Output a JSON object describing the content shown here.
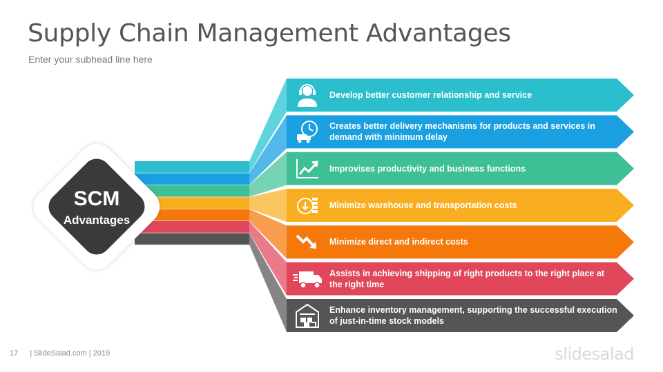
{
  "slide": {
    "title": "Supply Chain Management Advantages",
    "subtitle": "Enter your subhead line here"
  },
  "hub": {
    "title": "SCM",
    "subtitle": "Advantages"
  },
  "items": [
    {
      "text": "Develop better customer relationship and service",
      "color": "#2bbfce",
      "light": "#5fd3de",
      "icon": "customer-support-icon"
    },
    {
      "text": "Creates better delivery mechanisms for products and services in demand with minimum delay",
      "color": "#1aa0e0",
      "light": "#52b9ea",
      "icon": "delivery-clock-icon"
    },
    {
      "text": "Improvises productivity and business functions",
      "color": "#3fbf95",
      "light": "#76d3b4",
      "icon": "growth-chart-icon"
    },
    {
      "text": "Minimize warehouse and transportation costs",
      "color": "#f8ae20",
      "light": "#fbc65f",
      "icon": "coins-icon"
    },
    {
      "text": "Minimize direct and indirect costs",
      "color": "#f5780b",
      "light": "#f89d4d",
      "icon": "decline-arrow-icon"
    },
    {
      "text": "Assists in achieving shipping of right products to the right place at the right time",
      "color": "#e0475b",
      "light": "#e97b89",
      "icon": "truck-icon"
    },
    {
      "text": "Enhance inventory management, supporting the successful execution of just-in-time stock models",
      "color": "#555555",
      "light": "#858585",
      "icon": "warehouse-icon"
    }
  ],
  "footer": {
    "page_number": "17",
    "source": "| SlideSalad.com | 2019"
  },
  "logo": "slidesalad"
}
